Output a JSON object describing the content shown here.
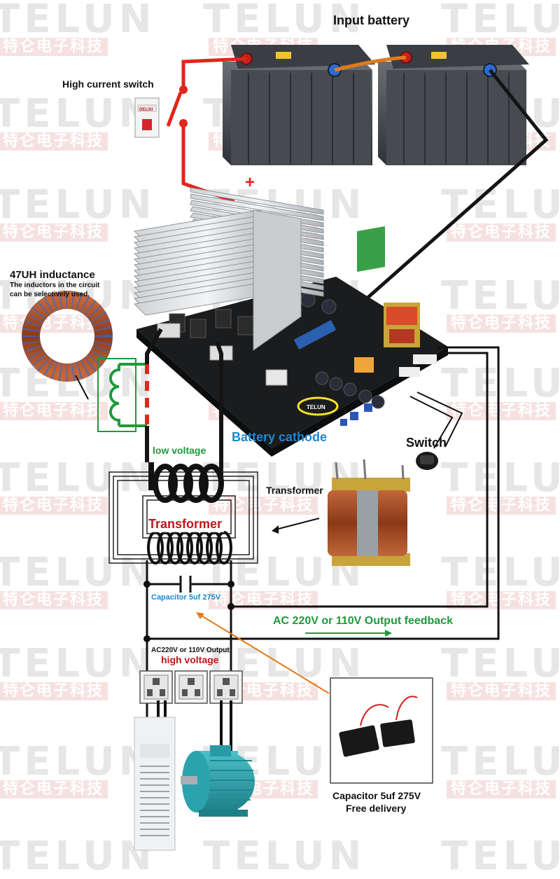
{
  "watermark": {
    "brand": "TELUN",
    "chinese": "特仑电子科技"
  },
  "labels": {
    "input_battery": "Input battery",
    "high_current_switch": "High current switch",
    "plus": "+",
    "inductance_title": "47UH inductance",
    "inductance_note_1": "The inductors in the circuit",
    "inductance_note_2": "can be selectively used.",
    "battery_cathode": "Battery cathode",
    "switch": "Switch",
    "low_voltage": "low voltage",
    "transformer_side": "Transformer",
    "transformer_center": "Transformer",
    "capacitor_small": "Capacitor 5uf 275V",
    "output_feedback": "AC 220V or 110V Output feedback",
    "ac_output_small": "AC220V or 110V Output",
    "high_voltage": "high voltage",
    "capacitor_caption_1": "Capacitor 5uf 275V",
    "capacitor_caption_2": "Free delivery",
    "board_tag": "TELUN",
    "breaker_tag": "DELIXI"
  },
  "colors": {
    "red_wire": "#e1261c",
    "black_wire": "#141414",
    "green_box": "#1e9a3a",
    "blue_text": "#1e88d0",
    "green_text": "#1e9a3a",
    "dark_red_text": "#c0161c",
    "orange_link": "#e07b1e",
    "copper": "#b5562a",
    "motor": "#2a9ba6"
  }
}
